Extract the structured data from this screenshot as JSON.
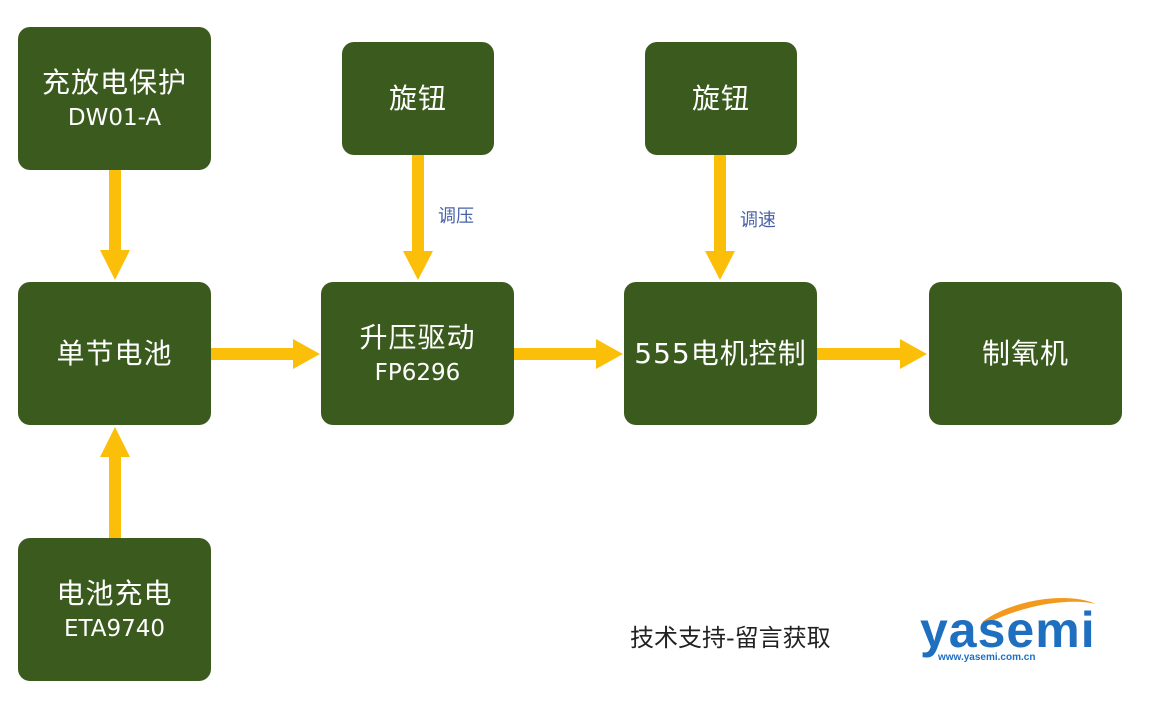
{
  "nodes": {
    "protect": {
      "line1": "充放电保护",
      "line2": "DW01-A"
    },
    "knob1": {
      "line1": "旋钮"
    },
    "knob2": {
      "line1": "旋钮"
    },
    "battery": {
      "line1": "单节电池"
    },
    "boost": {
      "line1": "升压驱动",
      "line2": "FP6296"
    },
    "motor": {
      "line1": "555电机控制"
    },
    "oxygen": {
      "line1": "制氧机"
    },
    "charge": {
      "line1": "电池充电",
      "line2": "ETA9740"
    }
  },
  "edges": {
    "knob1_to_boost": "调压",
    "knob2_to_motor": "调速"
  },
  "footer": {
    "support_text": "技术支持-留言获取"
  },
  "logo": {
    "word": "yasemi",
    "url": "www.yasemi.com.cn"
  },
  "colors": {
    "node_fill": "#3a5a1e",
    "arrow": "#fbbf0a",
    "edge_label": "#4a63a8",
    "logo_blue": "#1f6fc0",
    "logo_swoosh": "#f39a1e"
  }
}
